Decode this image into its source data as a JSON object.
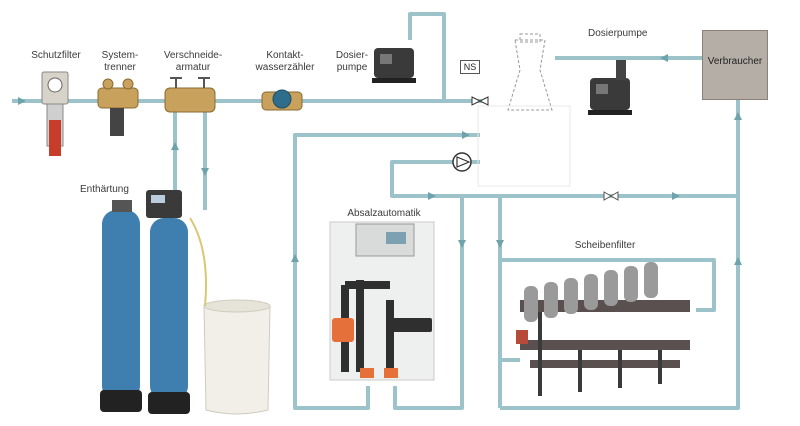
{
  "labels": {
    "schutzfilter": "Schutzfilter",
    "systemtrenner": "System-\ntrenner",
    "verschneidearmatur": "Verschneide-\narmatur",
    "kontaktwasserzaehler": "Kontakt-\nwasserzähler",
    "dosierpumpe_left": "Dosier-\npumpe",
    "dosierpumpe_right": "Dosierpumpe",
    "verbraucher": "Verbraucher",
    "ns": "NS",
    "enthaertung": "Enthärtung",
    "absalzautomatik": "Absalzautomatik",
    "scheibenfilter": "Scheibenfilter"
  },
  "colors": {
    "pipe": "#9bc3c9",
    "pipe_arrow": "#6fa3ab",
    "verbraucher_box": "#b5aea6",
    "vessel_blue": "#3f7fb0",
    "tank_white": "#f1efe8",
    "accent_orange": "#e5703a"
  },
  "icons": [
    "pump-icon",
    "filter-icon",
    "valve-icon",
    "water-meter-icon",
    "cooling-tower-icon",
    "softener-vessel-icon",
    "brine-tank-icon",
    "disc-filter-icon",
    "circulation-pump-icon"
  ]
}
